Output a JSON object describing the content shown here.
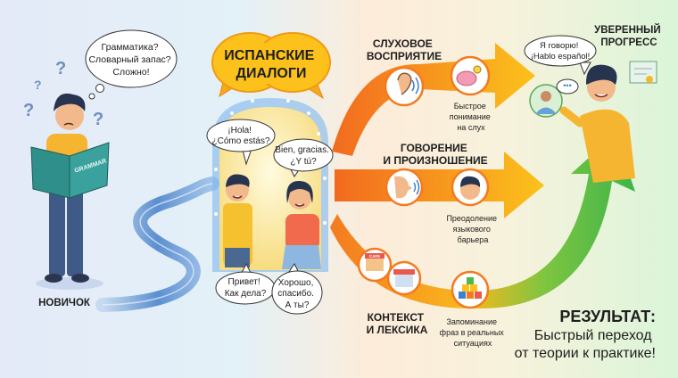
{
  "beginner": {
    "label": "НОВИЧОК",
    "book_title": "GRAMMAR",
    "thought": [
      "Грамматика?",
      "Словарный запас?",
      "Сложно!"
    ]
  },
  "dialogs": {
    "title": [
      "ИСПАНСКИЕ",
      "ДИАЛОГИ"
    ],
    "bubble_1": [
      "¡Hola!",
      "¿Cómo estás?"
    ],
    "bubble_2": [
      "Bien, gracias.",
      "¿Y tú?"
    ],
    "bubble_3": [
      "Привет!",
      "Как дела?"
    ],
    "bubble_4": [
      "Хорошо,",
      "спасибо.",
      "А ты?"
    ]
  },
  "streams": [
    {
      "title": [
        "СЛУХОВОЕ",
        "ВОСПРИЯТИЕ"
      ],
      "result": [
        "Быстрое",
        "понимание",
        "на слух"
      ]
    },
    {
      "title": [
        "ГОВОРЕНИЕ",
        "И ПРОИЗНОШЕНИЕ"
      ],
      "result": [
        "Преодоление",
        "языкового",
        "барьера"
      ]
    },
    {
      "title": [
        "КОНТЕКСТ",
        "И ЛЕКСИКА"
      ],
      "result": [
        "Запоминание",
        "фраз в реальных",
        "ситуациях"
      ]
    }
  ],
  "progress": {
    "title": [
      "УВЕРЕННЫЙ",
      "ПРОГРЕСС"
    ],
    "bubble": [
      "Я говорю!",
      "¡Hablo español!"
    ],
    "cafe_sign": "CAFE"
  },
  "result": {
    "heading": "РЕЗУЛЬТАТ:",
    "lines": [
      "Быстрый переход",
      "от теории к практике!"
    ]
  },
  "colors": {
    "orange": "#f47a20",
    "yellow": "#fcc21b",
    "green": "#4cbb4a",
    "blue": "#5b8fd0"
  }
}
